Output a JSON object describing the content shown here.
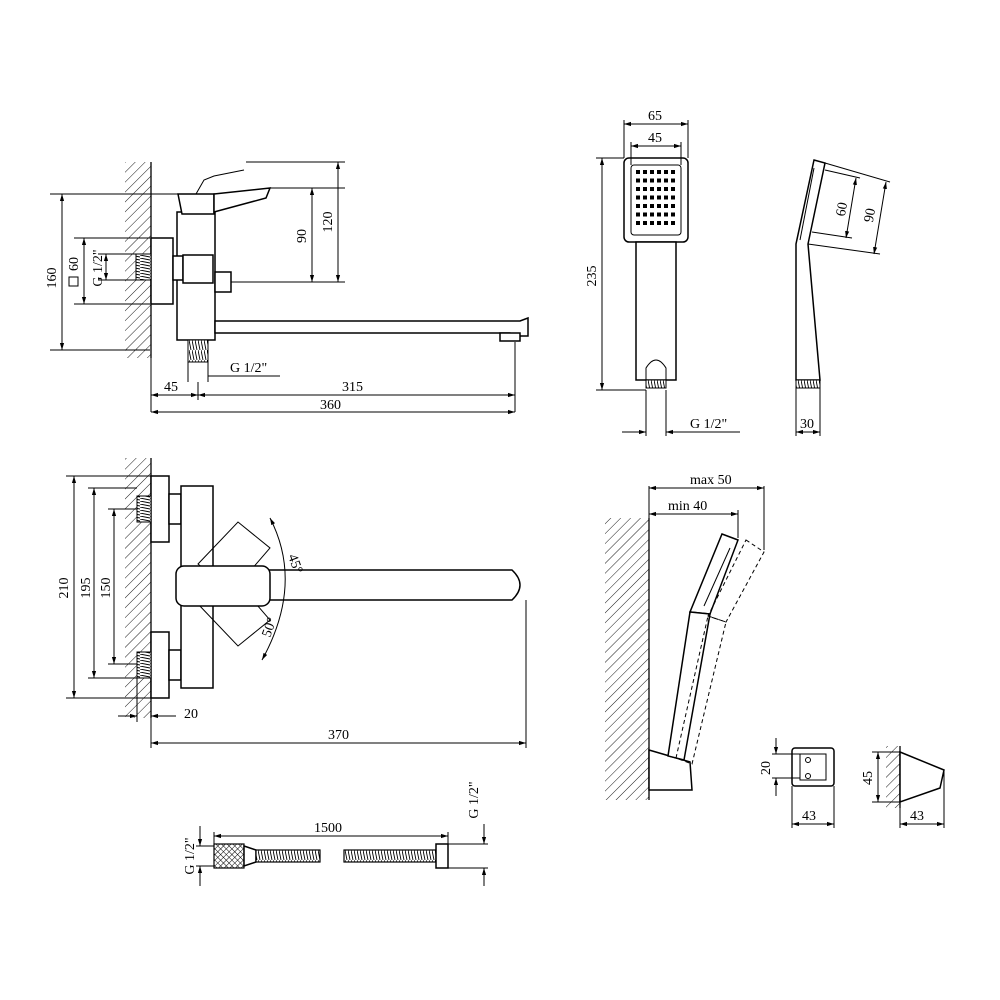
{
  "diagram": {
    "side_view": {
      "dims": {
        "height_total": "160",
        "square": "60",
        "thread": "G 1/2\"",
        "handle_90": "90",
        "handle_120": "120",
        "bottom_thread": "G 1/2\"",
        "offset_45": "45",
        "spout_315": "315",
        "total_360": "360"
      }
    },
    "shower_head": {
      "dims": {
        "width_outer": "65",
        "width_inner": "45",
        "length": "235",
        "thread": "G 1/2\""
      }
    },
    "shower_profile": {
      "dims": {
        "face_60": "60",
        "face_90": "90",
        "thickness": "30"
      }
    },
    "top_view": {
      "dims": {
        "h_210": "210",
        "h_195": "195",
        "h_150": "150",
        "angle_45": "45°",
        "angle_50": "50°",
        "wall_20": "20",
        "length_370": "370"
      }
    },
    "wall_holder": {
      "dims": {
        "max": "max 50",
        "min": "min 40"
      }
    },
    "bracket": {
      "dims": {
        "front_height": "20",
        "front_width": "43",
        "side_height": "45",
        "side_width": "43"
      }
    },
    "hose": {
      "dims": {
        "length": "1500",
        "thread_left": "G 1/2\"",
        "thread_right": "G 1/2\""
      }
    }
  }
}
